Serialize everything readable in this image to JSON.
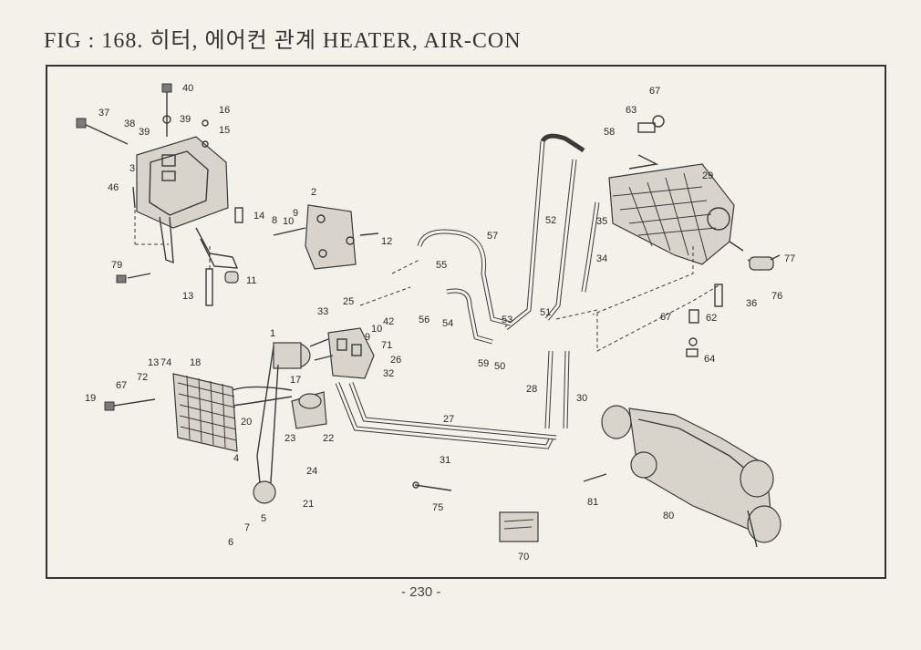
{
  "title": "FIG : 168. 히터, 에어컨 관계 HEATER, AIR-CON",
  "page_number": "- 230 -",
  "callouts": [
    "40",
    "16",
    "39",
    "15",
    "37",
    "38",
    "39",
    "3",
    "46",
    "14",
    "2",
    "8",
    "10",
    "9",
    "12",
    "79",
    "11",
    "13",
    "57",
    "55",
    "52",
    "58",
    "63",
    "67",
    "29",
    "35",
    "34",
    "77",
    "76",
    "36",
    "56",
    "54",
    "53",
    "51",
    "59",
    "50",
    "33",
    "25",
    "42",
    "10",
    "9",
    "71",
    "26",
    "32",
    "1",
    "17",
    "18",
    "13",
    "74",
    "72",
    "67",
    "19",
    "20",
    "4",
    "28",
    "30",
    "27",
    "31",
    "23",
    "22",
    "24",
    "21",
    "62",
    "64",
    "67",
    "75",
    "81",
    "80",
    "70",
    "7",
    "6",
    "5"
  ]
}
